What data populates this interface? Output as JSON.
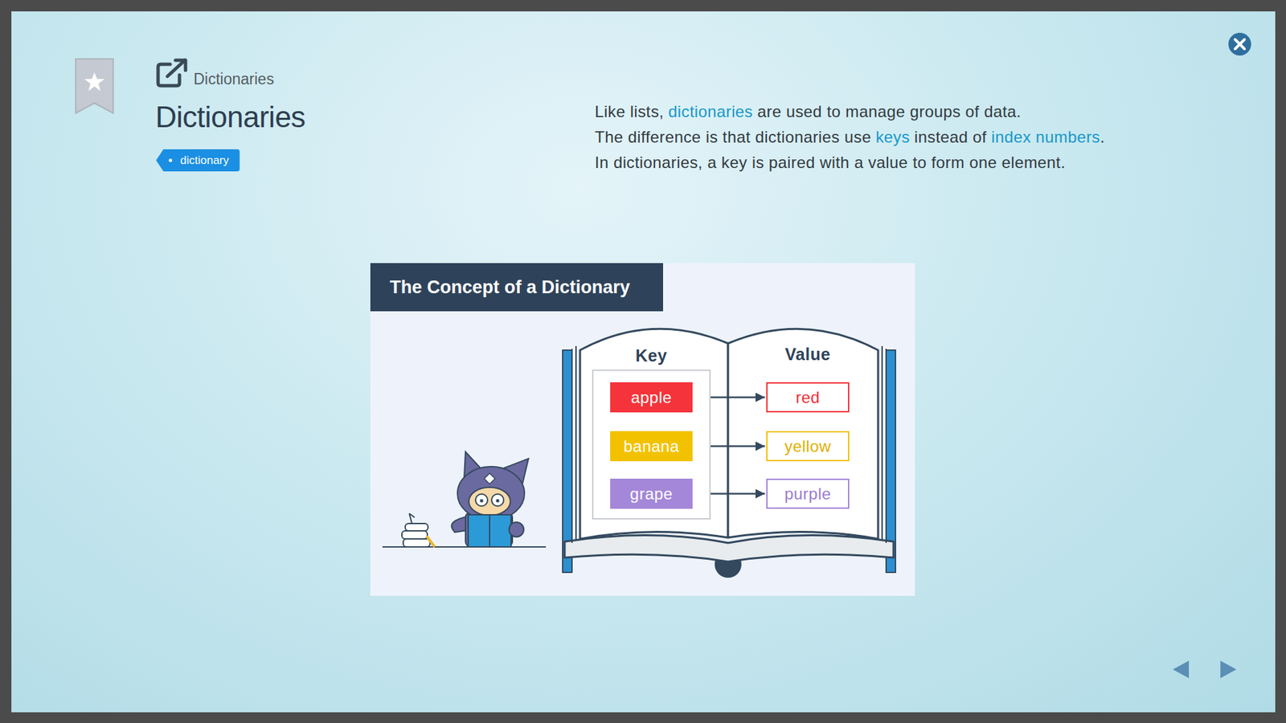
{
  "diagram": {
    "title": "Dictionaries",
    "nodes": [
      {
        "text": [
          "dictionary"
        ]
      },
      {
        "text": [
          "The Concept of a Dictionary"
        ]
      },
      {
        "text": [
          "Key"
        ],
        "in": 1
      },
      {
        "text": [
          "apple"
        ],
        "in": 2
      },
      {
        "text": [
          "banana"
        ],
        "in": 2
      },
      {
        "text": [
          "grape"
        ],
        "in": 2
      },
      {
        "text": [
          "red"
        ],
        "in": 1
      },
      {
        "text": [
          "yellow"
        ],
        "in": 1
      },
      {
        "text": [
          "purple"
        ],
        "in": 1
      }
    ],
    "edges": [
      {
        "from": 3,
        "to": 6,
        "arrow": "to"
      },
      {
        "from": 4,
        "to": 7,
        "arrow": "to"
      },
      {
        "from": 5,
        "to": 8,
        "arrow": "to"
      }
    ],
    "labels": [
      "Dictionaries",
      "Like lists,",
      "dictionaries",
      "are used to manage groups of data.",
      "The difference is that dictionaries use",
      "keys",
      "instead of",
      "index numbers",
      ".",
      "In dictionaries, a key is paired with a value to form one element.",
      "Value"
    ]
  }
}
